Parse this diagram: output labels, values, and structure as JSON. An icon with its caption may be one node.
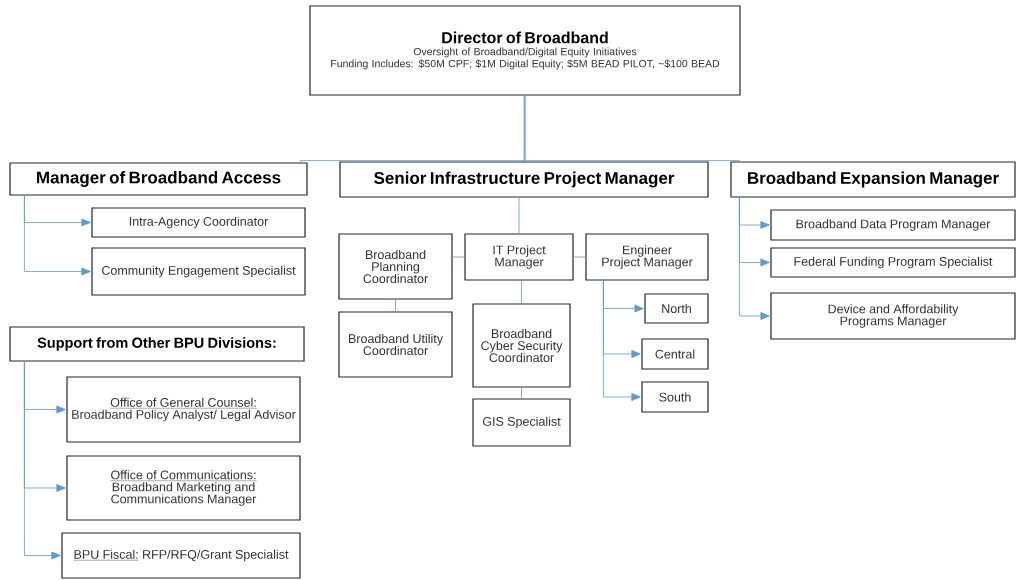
{
  "diagram": {
    "nodes": [
      {
        "text": [
          "Director of Broadband",
          "Oversight of Broadband/Digital Equity Initiatives",
          "Funding Includes:  $50M CPF; $1M Digital Equity; $5M BEAD PILOT, ~$100 BEAD"
        ]
      },
      {
        "text": [
          "Manager of Broadband Access"
        ]
      },
      {
        "text": [
          "Senior Infrastructure Project Manager"
        ]
      },
      {
        "text": [
          "Broadband Expansion Manager"
        ]
      },
      {
        "text": [
          "Intra-Agency Coordinator"
        ]
      },
      {
        "text": [
          "Community Engagement Specialist"
        ]
      },
      {
        "text": [
          "Broadband Planning Coordinator"
        ]
      },
      {
        "text": [
          "IT Project Manager"
        ]
      },
      {
        "text": [
          "Engineer Project Manager"
        ]
      },
      {
        "text": [
          "Broadband Utility Coordinator"
        ]
      },
      {
        "text": [
          "Broadband Cyber Security Coordinator"
        ]
      },
      {
        "text": [
          "GIS Specialist"
        ]
      },
      {
        "text": [
          "North"
        ]
      },
      {
        "text": [
          "Central"
        ]
      },
      {
        "text": [
          "South"
        ]
      },
      {
        "text": [
          "Broadband Data Program Manager"
        ]
      },
      {
        "text": [
          "Federal Funding Program Specialist"
        ]
      },
      {
        "text": [
          "Device and Affordability Programs Manager"
        ]
      },
      {
        "text": [
          "Support from Other BPU Divisions:"
        ]
      },
      {
        "text": [
          "Office of General Counsel:",
          "Broadband  Policy Analyst/ Legal Advisor"
        ]
      },
      {
        "text": [
          "Office of Communications:",
          "Broadband Marketing and Communications Manager"
        ]
      },
      {
        "text": [
          "BPU Fiscal:",
          "RFP/RFQ/Grant Specialist"
        ]
      }
    ],
    "edges": [
      {
        "from": 0,
        "to": 1,
        "arrow": "none"
      },
      {
        "from": 0,
        "to": 2,
        "arrow": "none"
      },
      {
        "from": 0,
        "to": 3,
        "arrow": "none"
      },
      {
        "from": 1,
        "to": 4,
        "arrow": "to"
      },
      {
        "from": 1,
        "to": 5,
        "arrow": "to"
      },
      {
        "from": 2,
        "to": 7,
        "arrow": "none"
      },
      {
        "from": 7,
        "to": 6,
        "arrow": "none"
      },
      {
        "from": 7,
        "to": 8,
        "arrow": "none"
      },
      {
        "from": 6,
        "to": 9,
        "arrow": "none"
      },
      {
        "from": 7,
        "to": 10,
        "arrow": "none"
      },
      {
        "from": 10,
        "to": 11,
        "arrow": "none"
      },
      {
        "from": 8,
        "to": 12,
        "arrow": "to"
      },
      {
        "from": 8,
        "to": 13,
        "arrow": "to"
      },
      {
        "from": 8,
        "to": 14,
        "arrow": "to"
      },
      {
        "from": 3,
        "to": 15,
        "arrow": "to"
      },
      {
        "from": 3,
        "to": 16,
        "arrow": "to"
      },
      {
        "from": 3,
        "to": 17,
        "arrow": "to"
      },
      {
        "from": 18,
        "to": 19,
        "arrow": "to"
      },
      {
        "from": 18,
        "to": 20,
        "arrow": "to"
      },
      {
        "from": 18,
        "to": 21,
        "arrow": "to"
      }
    ]
  }
}
